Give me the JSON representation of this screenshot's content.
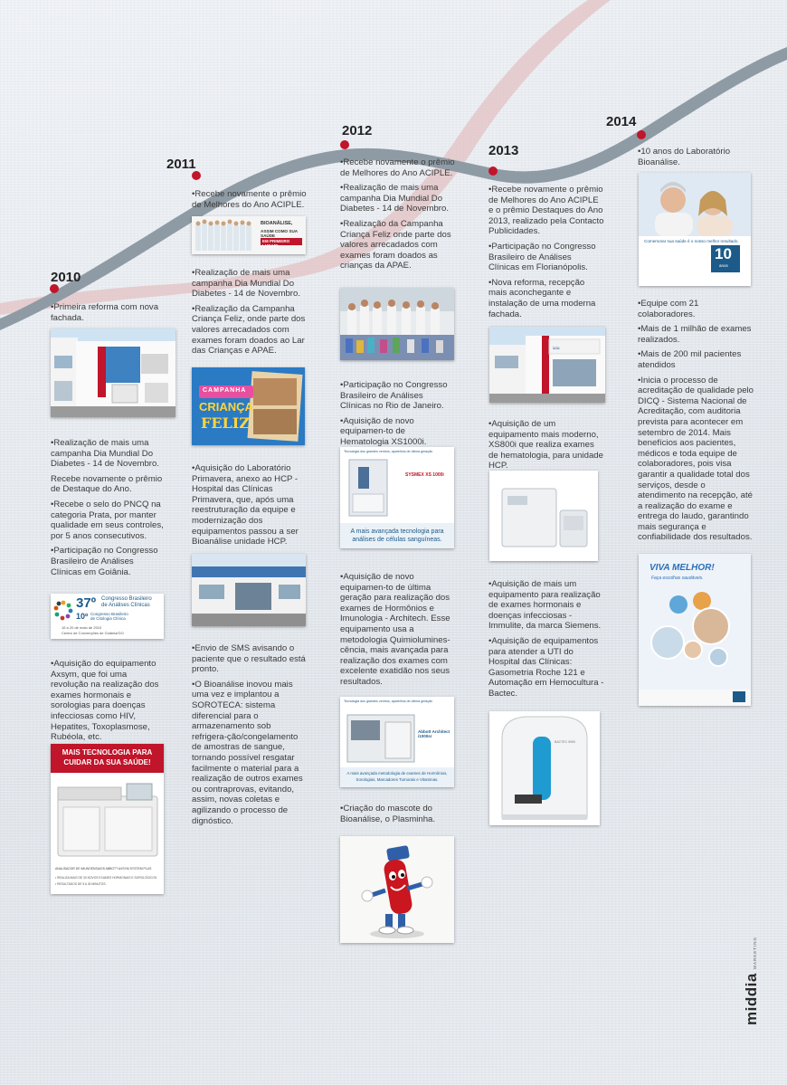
{
  "years": {
    "y2010": "2010",
    "y2011": "2011",
    "y2012": "2012",
    "y2013": "2013",
    "y2014": "2014"
  },
  "c2010": [
    "•Primeira reforma com nova fachada.",
    "•Realização de mais uma campanha Dia Mundial Do Diabetes - 14 de Novembro.",
    "Recebe novamente o prêmio de Destaque do Ano.",
    "•Recebe o selo do PNCQ na categoria Prata, por manter qualidade em seus controles, por 5 anos consecutivos.",
    "•Participação no Congresso Brasileiro de Análises Clínicas em Goiânia.",
    "•Aquisição do equipamento Axsym, que foi uma revolução na realização dos exames hormonais e sorologias para doenças infecciosas como HIV, Hepatites, Toxoplasmose, Rubéola, etc."
  ],
  "c2011": [
    "•Recebe novamente o  prêmio de Melhores do Ano ACIPLE.",
    "•Realização de mais uma campanha Dia Mundial Do Diabetes - 14 de Novembro.",
    "•Realização da Campanha Criança Feliz, onde parte dos valores arrecadados com exames foram doados ao Lar das Crianças e APAE.",
    "•Aquisição do Laboratório Primavera, anexo ao HCP - Hospital das Clínicas Primavera, que, após uma reestruturação da equipe e modernização dos equipamentos passou a ser Bioanálise unidade HCP.",
    "•Envio de SMS avisando o paciente que o resultado está pronto.",
    "•O Bioanálise inovou mais uma vez e implantou a SOROTECA: sistema diferencial para o armazenamento sob refrigera-ção/congelamento de amostras de sangue, tornando possível resgatar facilmente o material para a realização de outros exames ou contraprovas, evitando, assim, novas coletas e agilizando o processo de dignóstico."
  ],
  "c2012": [
    "•Recebe novamente o prêmio de Melhores do Ano ACIPLE.",
    "•Realização de mais uma campanha Dia Mundial Do Diabetes - 14 de Novembro.",
    "•Realização da Campanha Criança Feliz onde parte dos valores arrecadados com exames foram doados  as crianças da APAE.",
    "•Participação no Congresso Brasileiro de Análises Clínicas no Rio de Janeiro.",
    "•Aquisição de novo equipamen-to de Hematologia XS1000i.",
    "•Aquisição de novo equipamen-to de última geração para realização dos exames de Hormônios e Imunologia - Architech. Esse equipamento usa a metodologia Quimiolumines-cência, mais avançada para realização dos exames com excelente exatidão nos seus resultados.",
    "•Criação do mascote do Bioanálise, o Plasminha."
  ],
  "c2013": [
    "•Recebe novamente o prêmio de Melhores do Ano ACIPLE e o prêmio Destaques do Ano 2013, realizado pela Contacto Publicidades.",
    "•Participação no Congresso Brasileiro de Análises Clínicas em Florianópolis.",
    "•Nova reforma, recepção  mais aconchegante e instalação de uma moderna fachada.",
    "•Aquisição de um equipamento mais moderno, XS800i que realiza exames de hematologia, para unidade HCP.",
    "•Aquisição de mais um equipamento para realização de exames hormonais e doenças infecciosas - Immulite, da marca Siemens.",
    "•Aquisição de equipamentos para atender a UTI do Hospital das Clínicas: Gasometria Roche 121 e Automação em Hemocultura - Bactec."
  ],
  "c2014": [
    "•10 anos do Laboratório Bioanálise.",
    "•Equipe com 21 colaboradores.",
    "•Mais de 1 milhão de exames realizados.",
    "•Mais de 200 mil pacientes atendidos",
    "•Inicia o processo de acreditação de qualidade pelo DICQ - Sistema Nacional de Acreditação, com auditoria prevista para acontecer em setembro de 2014. Mais benefícios aos pacientes, médicos e toda equipe de colaboradores, pois visa garantir a qualidade total dos serviços, desde o atendimento na recepção, até a realização do exame e entrega do laudo, garantindo mais segurança e confiabilidade dos resultados."
  ],
  "ads": {
    "bioanalise_banner_1": "BIOANÁLISE,",
    "bioanalise_banner_2": "ASSIM COMO SUA SAÚDE",
    "bioanalise_banner_3": "EM PRIMEIRO LUGAR!",
    "campanha": "CAMPANHA",
    "crianca": "CRIANÇA",
    "feliz": "FELIZ",
    "congresso_num": "37º",
    "congresso_1": "Congresso Brasileiro",
    "congresso_2": "de Análises Clínicas",
    "congresso_num2": "10º",
    "congresso_3": "Congresso Brasileiro",
    "congresso_4": "de Citologia Clínica",
    "congresso_date": "16 a 20 de maio de 2010",
    "congresso_place": "Centro de Convenções de Goiânia/GO",
    "axsym_title1": "MAIS TECNOLOGIA PARA",
    "axsym_title2": "CUIDAR DA SUA SAÚDE!",
    "axsym_sub": "ANALISADOR DE IMUNOENSAIOS ABBOTT AXSYM SYSTEM PLUS",
    "axsym_b1": "• REALIZA MAIS DE 30 NOVOS EXAMES HORMONAIS E SOROLÓGICOS.",
    "axsym_b2": "• RESULTADOS DE 5 A 30 MINUTOS.",
    "xs_head": "Tecnologia dos grandes centros, aparelhos de última geração",
    "xs_model": "SYSMEX XS 1000i",
    "xs_foot1": "A mais avançada tecnologia para",
    "xs_foot2": "análises de células sanguíneas.",
    "arch_head": "Tecnologia dos grandes centros, aparelhos de última geração",
    "arch_model": "Abbott Architect i1000sr",
    "arch_foot1": "A mais avançada metodologia de exames de Hormônios,",
    "arch_foot2": "Sorologias, Marcadores Tumorais e Vitaminas.",
    "bac_label": "BACTEC 9050",
    "ten_slogan": "Comemorar sua saúde é o nosso melhor resultado.",
    "ten_num": "10",
    "ten_anos": "anos",
    "viva1": "VIVA MELHOR!",
    "viva2": "Faça escolhas saudáveis."
  },
  "brand": {
    "name": "middia",
    "sub": "MARKETING"
  },
  "colors": {
    "accent": "#c0152a",
    "wave_gray": "#8e9ba5",
    "wave_pink": "#e6b3b3"
  }
}
